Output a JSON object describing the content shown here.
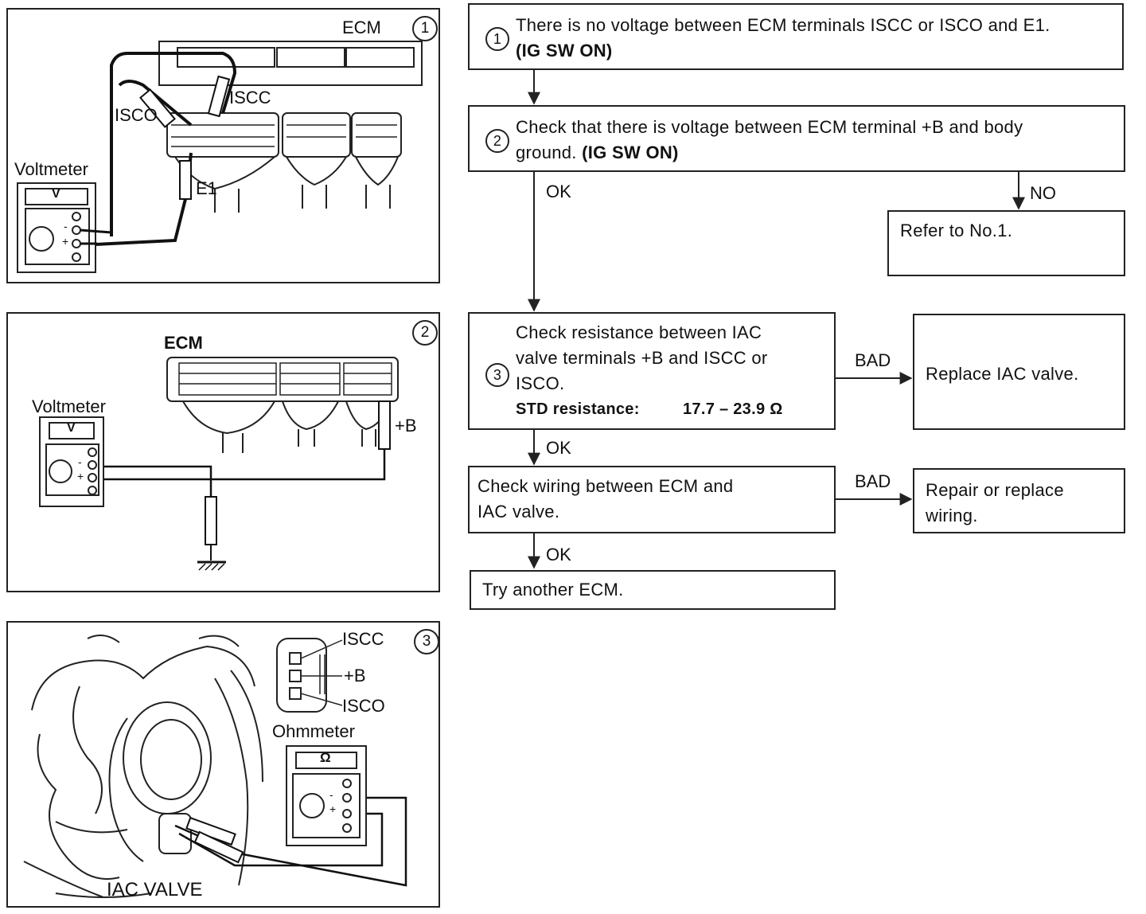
{
  "panels": {
    "p1": {
      "num": "1",
      "ecm": "ECM",
      "isco": "ISCO",
      "iscc": "ISCC",
      "e1": "E1",
      "meter": "Voltmeter",
      "meter_face": "V",
      "minus": "-",
      "plus": "+"
    },
    "p2": {
      "num": "2",
      "ecm": "ECM",
      "meter": "Voltmeter",
      "meter_face": "V",
      "plusb": "+B",
      "minus": "-",
      "plus": "+"
    },
    "p3": {
      "num": "3",
      "iscc": "ISCC",
      "plusb": "+B",
      "isco": "ISCO",
      "meter": "Ohmmeter",
      "meter_face": "Ω",
      "iac": "IAC VALVE",
      "minus": "-",
      "plus": "+"
    }
  },
  "flow": {
    "step1": {
      "num": "1",
      "line1": "There is no voltage between ECM terminals ISCC or ISCO and E1.",
      "line2": "(IG SW ON)"
    },
    "step2": {
      "num": "2",
      "line1": "Check that there is voltage between ECM terminal +B and body",
      "line2a": "ground. ",
      "line2b": "(IG SW ON)"
    },
    "step3": {
      "num": "3",
      "line1": "Check resistance between IAC",
      "line2": "valve terminals +B and ISCC or",
      "line3": "ISCO.",
      "std_label": "STD resistance:",
      "std_value": "17.7 – 23.9 Ω"
    },
    "refer": "Refer to No.1.",
    "replace_iac": "Replace IAC valve.",
    "wiring_line1": "Check wiring between ECM and",
    "wiring_line2": "IAC valve.",
    "repair_line1": "Repair or replace",
    "repair_line2": "wiring.",
    "try_ecm": "Try another ECM.",
    "ok1": "OK",
    "no": "NO",
    "bad1": "BAD",
    "ok2": "OK",
    "bad2": "BAD",
    "ok3": "OK"
  }
}
